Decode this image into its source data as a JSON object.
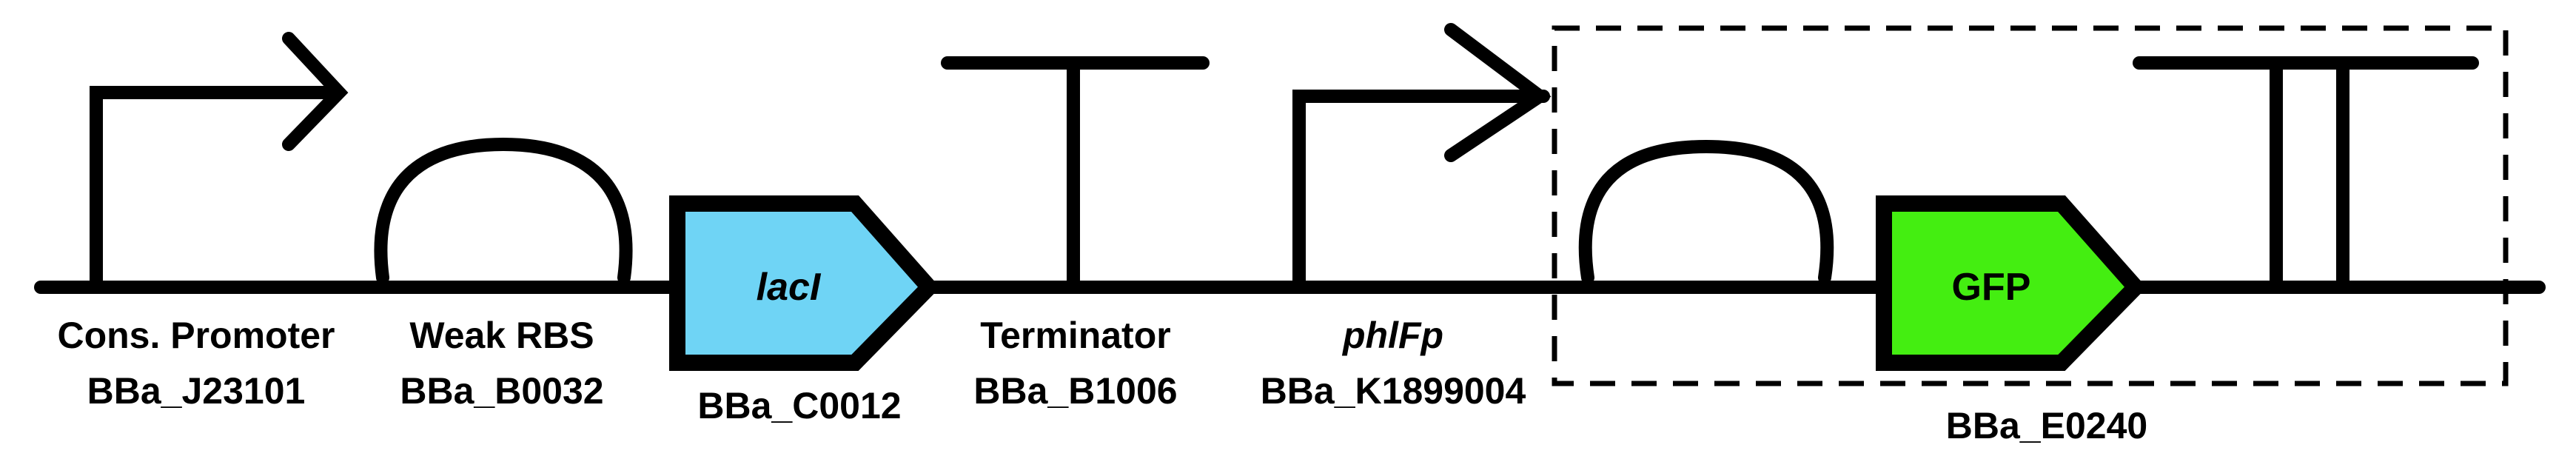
{
  "parts": [
    {
      "id": "promoter1",
      "type": "promoter",
      "name": "Cons. Promoter",
      "code": "BBa_J23101"
    },
    {
      "id": "rbs1",
      "type": "rbs",
      "name": "Weak RBS",
      "code": "BBa_B0032"
    },
    {
      "id": "cds1",
      "type": "cds",
      "name": "lacI",
      "code": "BBa_C0012",
      "color": "#6fd4f5"
    },
    {
      "id": "terminator1",
      "type": "terminator",
      "name": "Terminator",
      "code": "BBa_B1006"
    },
    {
      "id": "promoter2",
      "type": "promoter",
      "name": "phlFp",
      "code": "BBa_K1899004"
    },
    {
      "id": "rbs2",
      "type": "rbs"
    },
    {
      "id": "cds2",
      "type": "cds",
      "name": "GFP",
      "color": "#44ee11"
    },
    {
      "id": "terminator2",
      "type": "double-terminator"
    }
  ],
  "composite": {
    "code": "BBa_E0240"
  }
}
